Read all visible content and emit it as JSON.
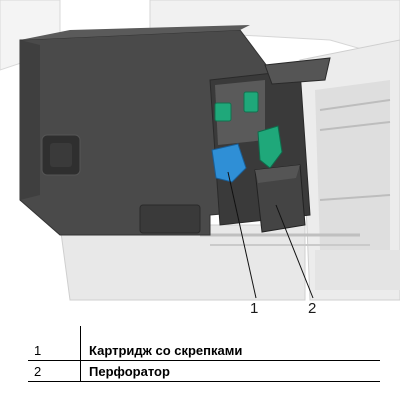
{
  "figure": {
    "callouts": [
      {
        "number": "1"
      },
      {
        "number": "2"
      }
    ]
  },
  "legend": {
    "rows": [
      {
        "number": "1",
        "description": "Картридж со скрепками"
      },
      {
        "number": "2",
        "description": "Перфоратор"
      }
    ]
  },
  "colors": {
    "body_dark": "#4a4a4a",
    "body_mid": "#5e5e5e",
    "accent_blue": "#2f8fd6",
    "accent_green": "#1fa87a",
    "background_light": "#e9e9e9"
  }
}
